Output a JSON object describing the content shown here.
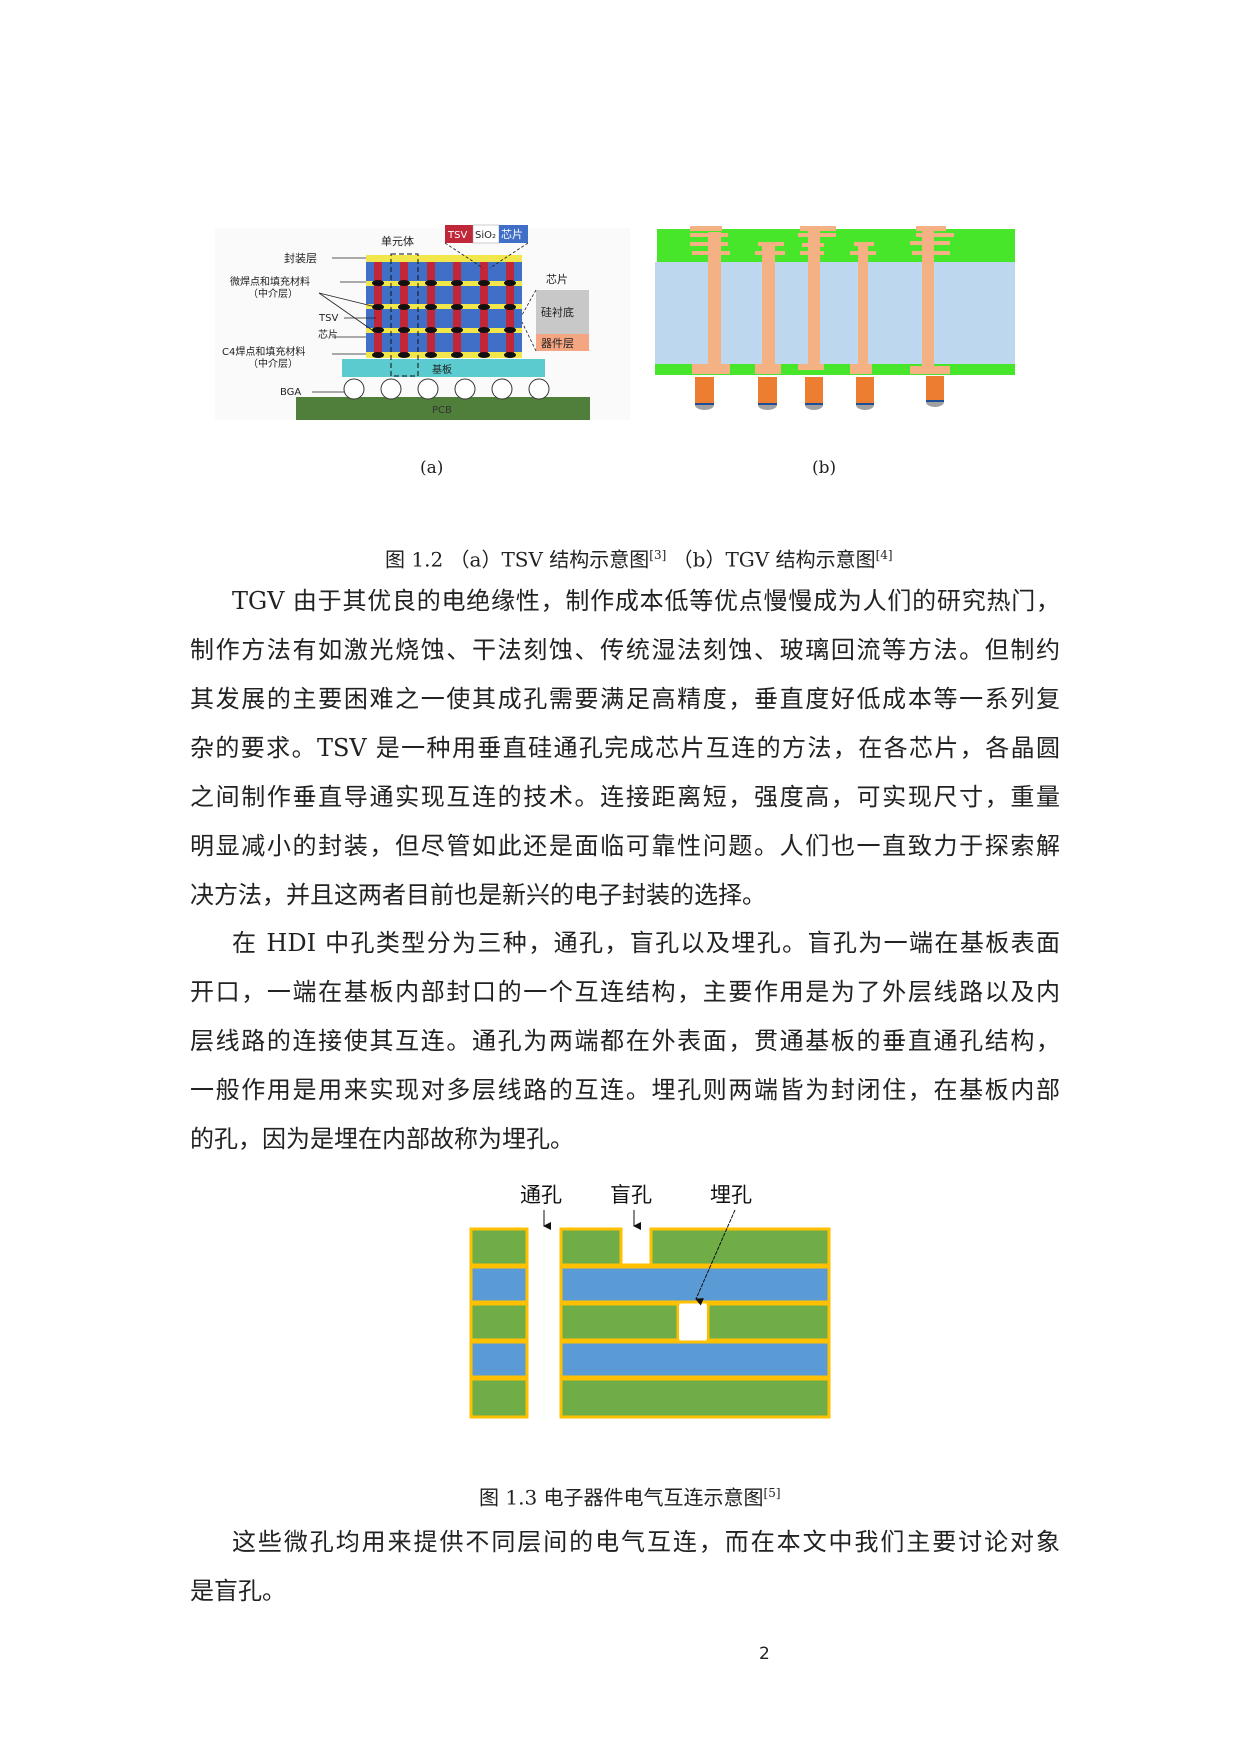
{
  "figure_1_2": {
    "a": {
      "labels": {
        "unit": "单元体",
        "package_layer": "封装层",
        "micro_bump": "微焊点和填充材料",
        "interposer": "（中介层）",
        "tsv": "TSV",
        "chip": "芯片",
        "c4": "C4焊点和填充材料",
        "interposer2": "（中介层）",
        "bga": "BGA",
        "pcb": "PCB",
        "substrate": "基板",
        "legend_tsv": "TSV",
        "legend_sio2": "SiO₂",
        "legend_chip": "芯片",
        "chip_detail": "芯片",
        "si_substrate": "硅衬底",
        "device_layer": "器件层"
      },
      "sublabel": "(a)"
    },
    "b": {
      "sublabel": "(b)"
    },
    "caption": {
      "prefix": "图 1.2 （a）TSV 结构示意图",
      "ref_a": "[3]",
      "middle": " （b）TGV 结构示意图",
      "ref_b": "[4]"
    }
  },
  "paragraph_1": [
    "TGV 由于其优良的电绝缘性，制作成本低等优点慢慢成为人们的研究热门，",
    "制作方法有如激光烧蚀、干法刻蚀、传统湿法刻蚀、玻璃回流等方法。但制约",
    "其发展的主要困难之一使其成孔需要满足高精度，垂直度好低成本等一系列复",
    "杂的要求。TSV 是一种用垂直硅通孔完成芯片互连的方法，在各芯片，各晶圆",
    "之间制作垂直导通实现互连的技术。连接距离短，强度高，可实现尺寸，重量",
    "明显减小的封装，但尽管如此还是面临可靠性问题。人们也一直致力于探索解",
    "决方法，并且这两者目前也是新兴的电子封装的选择。"
  ],
  "paragraph_2": [
    "在 HDI 中孔类型分为三种，通孔，盲孔以及埋孔。盲孔为一端在基板表面",
    "开口，一端在基板内部封口的一个互连结构，主要作用是为了外层线路以及内",
    "层线路的连接使其互连。通孔为两端都在外表面，贯通基板的垂直通孔结构，",
    "一般作用是用来实现对多层线路的互连。埋孔则两端皆为封闭住，在基板内部",
    "的孔，因为是埋在内部故称为埋孔。"
  ],
  "figure_1_3": {
    "labels": {
      "through_hole": "通孔",
      "blind_hole": "盲孔",
      "buried_hole": "埋孔"
    },
    "caption": {
      "text": "图 1.3 电子器件电气互连示意图",
      "ref": "[5]"
    }
  },
  "paragraph_3": [
    "这些微孔均用来提供不同层间的电气互连，而在本文中我们主要讨论对象",
    "是盲孔。"
  ],
  "page_number": "2",
  "colors": {
    "green_layer": "#70ad47",
    "blue_layer": "#5b9bd5",
    "copper_outline": "#ffc000",
    "glass": "#bdd7ee",
    "solder_mask": "#47e62a",
    "via_copper": "#f4b183",
    "bump": "#ed7d31"
  }
}
